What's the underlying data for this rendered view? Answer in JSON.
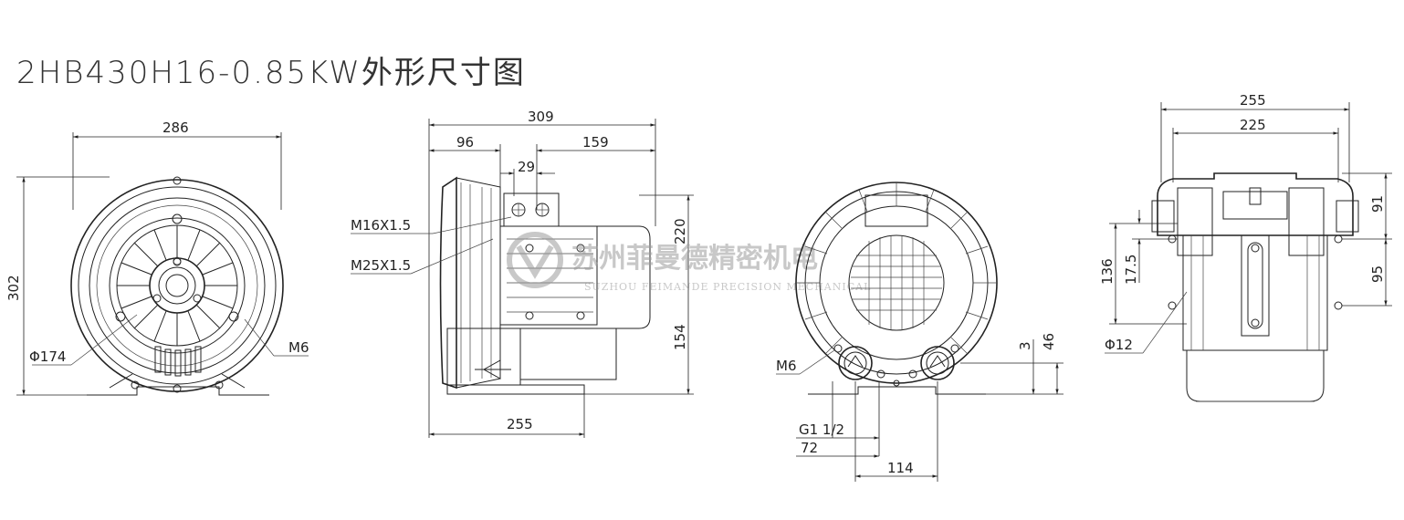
{
  "title": "2HB430H16-0.85KW外形尺寸图",
  "watermark": {
    "cn": "苏州菲曼德精密机电",
    "en": "SUZHOU FEIMANDE PRECISION MECHANICAL"
  },
  "front_view": {
    "width": "286",
    "height": "302",
    "diameter": "Φ174",
    "bolt": "M6"
  },
  "side_view": {
    "overall_length": "309",
    "length_a": "96",
    "length_b": "159",
    "gap": "29",
    "base_length": "255",
    "height_upper": "220",
    "height_lower": "154",
    "thread_1": "M16X1.5",
    "thread_2": "M25X1.5"
  },
  "rear_view": {
    "bolt": "M6",
    "port_thread": "G1 1/2",
    "spacing_1": "72",
    "spacing_2": "114",
    "offset": "3",
    "height": "46"
  },
  "top_view": {
    "width_outer": "255",
    "width_inner": "225",
    "height_136": "136",
    "height_17_5": "17.5",
    "right_91": "91",
    "right_95": "95",
    "hole": "Φ12"
  }
}
